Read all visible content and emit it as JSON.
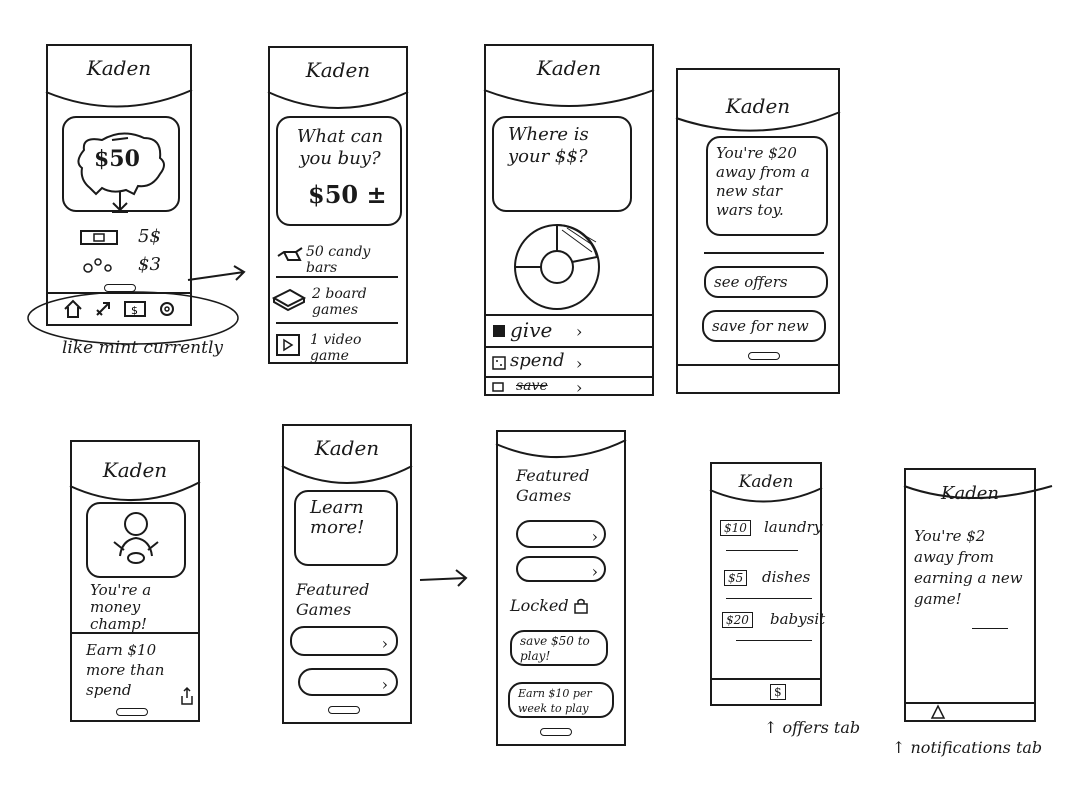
{
  "screens": {
    "s1": {
      "title": "Kaden",
      "piggy_amount": "$50",
      "rows": [
        {
          "value": "5$"
        },
        {
          "value": "$3"
        }
      ]
    },
    "s2": {
      "title": "Kaden",
      "prompt": "What can you buy?",
      "amount": "$50 ±",
      "items": [
        {
          "label": "50 candy bars"
        },
        {
          "label": "2 board games"
        },
        {
          "label": "1 video game"
        }
      ]
    },
    "s3": {
      "title": "Kaden",
      "prompt": "Where is your $$?",
      "menu": [
        {
          "label": "give"
        },
        {
          "label": "spend"
        },
        {
          "label": "save"
        }
      ]
    },
    "s4": {
      "title": "Kaden",
      "message": "You're $20 away from a new star wars toy.",
      "see_offers": "see offers",
      "save_for_new": "save for new"
    },
    "s5": {
      "title": "Kaden",
      "caption": "You're a money champ!",
      "earn": "Earn $10 more than spend"
    },
    "s6": {
      "title": "Kaden",
      "learn_more": "Learn more!",
      "featured": "Featured Games"
    },
    "s7": {
      "title": "Featured Games",
      "locked": "Locked",
      "save_play": "save $50 to play!",
      "earn_week": "Earn $10 per week to play"
    },
    "s8": {
      "title": "Kaden",
      "offers": [
        {
          "amount": "$10",
          "task": "laundry"
        },
        {
          "amount": "$5",
          "task": "dishes"
        },
        {
          "amount": "$20",
          "task": "babysit"
        }
      ],
      "tab_icon": "$"
    },
    "s9": {
      "title": "Kaden",
      "message": "You're $2 away from earning a new game!"
    }
  },
  "annotations": {
    "like_mint": "like mint currently",
    "offers_tab": "offers tab",
    "notifications_tab": "notifications tab"
  },
  "icons": [
    "piggy-bank-icon",
    "down-arrow-icon",
    "bill-icon",
    "coins-icon",
    "home-icon",
    "rocket-icon",
    "dollar-icon",
    "gear-icon",
    "candy-icon",
    "board-game-icon",
    "video-game-icon",
    "donut-chart-icon",
    "give-icon",
    "spend-icon",
    "save-icon",
    "plus-icon",
    "champ-figure-icon",
    "share-icon",
    "lock-icon",
    "arrow-right-icon"
  ]
}
